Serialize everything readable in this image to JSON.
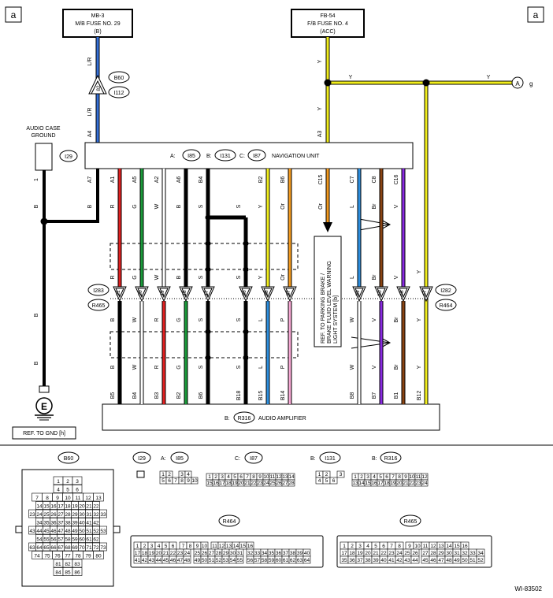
{
  "corner_labels": {
    "left": "a",
    "right": "a"
  },
  "fuse_left": {
    "line1": "MB-3",
    "line2": "M/B FUSE NO. 29",
    "line3": "(B)"
  },
  "fuse_right": {
    "line1": "FB-54",
    "line2": "F/B FUSE NO. 4",
    "line3": "(ACC)"
  },
  "audio_case_ground": {
    "line1": "AUDIO CASE",
    "line2": "GROUND",
    "conn": "I29",
    "pin": "1",
    "wire": "B"
  },
  "connector_b60": {
    "conn": "B60",
    "pin": "82",
    "to": "I112"
  },
  "nav_unit": {
    "label": "NAVIGATION UNIT",
    "a": "A:",
    "a_conn": "I85",
    "b": "B:",
    "b_conn": "I131",
    "c": "C:",
    "c_conn": "I87"
  },
  "amp": {
    "label": "AUDIO AMPLIFIER",
    "b": "B:",
    "b_conn": "R316"
  },
  "ref_park": {
    "line1": "REF. TO PARKING BRAKE /",
    "line2": "BRAKE FLUID LEVEL WARNING",
    "line3": "LIGHT SYSTEM [b]"
  },
  "ref_gnd": "REF. TO GND [h]",
  "ground_symbol": "E",
  "top_wires": {
    "lr1": "L/R",
    "lr2": "L/R",
    "y1": "Y",
    "y2": "Y",
    "y3": "Y",
    "y4": "Y",
    "a4": "A4",
    "a3": "A3",
    "ag": "g",
    "ag_circle": "A"
  },
  "left_ground": {
    "a7": "A7",
    "b1": "B",
    "b2": "B",
    "b3": "B"
  },
  "nav_pins": [
    {
      "pin": "A1",
      "c1": "R",
      "c2": "R",
      "jpin": "21",
      "c3": "B",
      "c4": "B",
      "apin": "B5"
    },
    {
      "pin": "A5",
      "c1": "G",
      "c2": "G",
      "jpin": "20",
      "c3": "W",
      "c4": "W",
      "apin": "B4"
    },
    {
      "pin": "A2",
      "c1": "W",
      "c2": "W",
      "jpin": "19",
      "c3": "R",
      "c4": "R",
      "apin": "B3"
    },
    {
      "pin": "A6",
      "c1": "B",
      "c2": "B",
      "jpin": "18",
      "c3": "G",
      "c4": "G",
      "apin": "B2"
    },
    {
      "pin": "B4",
      "c1": "S",
      "c2": "S",
      "jpin": "17",
      "c3": "S",
      "c4": "S",
      "apin": "B6"
    },
    {
      "pin": "",
      "c1": "S",
      "c2": "S",
      "jpin": "36",
      "c3": "S",
      "c4": "S",
      "apin": "B18"
    },
    {
      "pin": "B2",
      "c1": "Y",
      "c2": "Y",
      "jpin": "38",
      "c3": "L",
      "c4": "L",
      "apin": "B15"
    },
    {
      "pin": "B6",
      "c1": "Or",
      "c2": "Or",
      "jpin": "37",
      "c3": "P",
      "c4": "P",
      "apin": "B14"
    },
    {
      "pin": "C15",
      "c1": "Or",
      "c2": "",
      "jpin": "",
      "c3": "",
      "c4": "",
      "apin": ""
    },
    {
      "pin": "C7",
      "c1": "L",
      "c2": "L",
      "jpin": "39",
      "c3": "W",
      "c4": "W",
      "apin": "B8"
    },
    {
      "pin": "C8",
      "c1": "Br",
      "c2": "Br",
      "jpin": "50",
      "c3": "V",
      "c4": "V",
      "apin": "B7"
    },
    {
      "pin": "C16",
      "c1": "V",
      "c2": "V",
      "jpin": "48",
      "c3": "Br",
      "c4": "Br",
      "apin": "B1"
    },
    {
      "pin": "",
      "c1": "Y",
      "c2": "",
      "jpin": "47",
      "c3": "Y",
      "c4": "Y",
      "apin": "B12"
    }
  ],
  "junction_left": {
    "top": "I283",
    "bottom": "R465"
  },
  "junction_right": {
    "top": "I282",
    "bottom": "R464"
  },
  "wire_colors": {
    "R": "#e32020",
    "G": "#1a9a3a",
    "W": "#ffffff",
    "B": "#000000",
    "S": "#000000",
    "Y": "#f2ee1c",
    "Or": "#f39a1e",
    "L": "#2d8fe0",
    "Br": "#8b4513",
    "V": "#8a2be2",
    "P": "#f7a8d4",
    "LR": "#3570d8"
  },
  "face_labels": {
    "b60": "B60",
    "i29": "I29",
    "i85": "I85",
    "i85_prefix": "A:",
    "i87": "I87",
    "i87_prefix": "C:",
    "i131": "I131",
    "i131_prefix": "B:",
    "r316": "R316",
    "r316_prefix": "B:",
    "r464": "R464",
    "r465": "R465"
  },
  "face_b60_rows": [
    [
      "1",
      "2",
      "3"
    ],
    [
      "4",
      "5",
      "6"
    ],
    [
      "7",
      "8",
      "9",
      "10",
      "11",
      "12",
      "13"
    ],
    [
      "14",
      "15",
      "16",
      "17",
      "18",
      "19",
      "20",
      "21",
      "22"
    ],
    [
      "23",
      "24",
      "25",
      "26",
      "27",
      "28",
      "29",
      "30",
      "31",
      "32",
      "33"
    ],
    [
      "34",
      "35",
      "36",
      "37",
      "38",
      "39",
      "40",
      "41",
      "42"
    ],
    [
      "43",
      "44",
      "45",
      "46",
      "47",
      "48",
      "49",
      "50",
      "51",
      "52",
      "53"
    ],
    [
      "54",
      "55",
      "56",
      "57",
      "58",
      "59",
      "60",
      "61",
      "62"
    ],
    [
      "63",
      "64",
      "65",
      "66",
      "67",
      "68",
      "69",
      "70",
      "71",
      "72",
      "73"
    ],
    [
      "74",
      "75",
      "76",
      "77",
      "78",
      "79",
      "80"
    ],
    [
      "81",
      "82",
      "83"
    ],
    [
      "84",
      "85",
      "86"
    ]
  ],
  "face_i85_rows": [
    [
      "1",
      "2",
      "",
      "3",
      "4"
    ],
    [
      "5",
      "6",
      "7",
      "8",
      "9",
      "10"
    ]
  ],
  "face_i87_rows": [
    [
      "1",
      "2",
      "3",
      "4",
      "5",
      "6",
      "7",
      "8",
      "9",
      "10",
      "11",
      "12",
      "13",
      "14"
    ],
    [
      "15",
      "16",
      "17",
      "18",
      "19",
      "20",
      "21",
      "22",
      "23",
      "24",
      "25",
      "26",
      "27",
      "28"
    ]
  ],
  "face_i131_rows": [
    [
      "1",
      "2",
      "",
      "3"
    ],
    [
      "4",
      "5",
      "6"
    ]
  ],
  "face_r316_rows": [
    [
      "1",
      "2",
      "3",
      "4",
      "5",
      "6",
      "7",
      "8",
      "9",
      "10",
      "11",
      "12"
    ],
    [
      "13",
      "14",
      "15",
      "16",
      "17",
      "18",
      "19",
      "20",
      "21",
      "22",
      "23",
      "24"
    ]
  ],
  "face_r464_rows": [
    [
      "1",
      "2",
      "3",
      "4",
      "5",
      "6",
      "",
      "7",
      "8",
      "9",
      "10",
      "",
      "11",
      "12",
      "13",
      "14",
      "15",
      "16"
    ],
    [
      "17",
      "18",
      "19",
      "20",
      "21",
      "22",
      "23",
      "24",
      "",
      "25",
      "26",
      "27",
      "28",
      "29",
      "30",
      "31",
      "",
      "32",
      "33",
      "34",
      "35",
      "36",
      "37",
      "38",
      "39",
      "40"
    ],
    [
      "41",
      "42",
      "43",
      "44",
      "45",
      "46",
      "47",
      "48",
      "",
      "49",
      "50",
      "51",
      "52",
      "53",
      "54",
      "55",
      "",
      "56",
      "57",
      "58",
      "59",
      "60",
      "61",
      "62",
      "63",
      "64"
    ]
  ],
  "face_r465_rows": [
    [
      "1",
      "2",
      "3",
      "4",
      "5",
      "6",
      "7",
      "8",
      "",
      "9",
      "10",
      "11",
      "12",
      "13",
      "14",
      "15",
      "16"
    ],
    [
      "17",
      "18",
      "19",
      "20",
      "21",
      "22",
      "23",
      "24",
      "25",
      "26",
      "",
      "27",
      "28",
      "29",
      "30",
      "31",
      "32",
      "33",
      "34"
    ],
    [
      "35",
      "36",
      "37",
      "38",
      "39",
      "40",
      "41",
      "42",
      "43",
      "44",
      "",
      "45",
      "46",
      "47",
      "48",
      "49",
      "50",
      "51",
      "52"
    ]
  ],
  "figure_id": "WI-83502"
}
